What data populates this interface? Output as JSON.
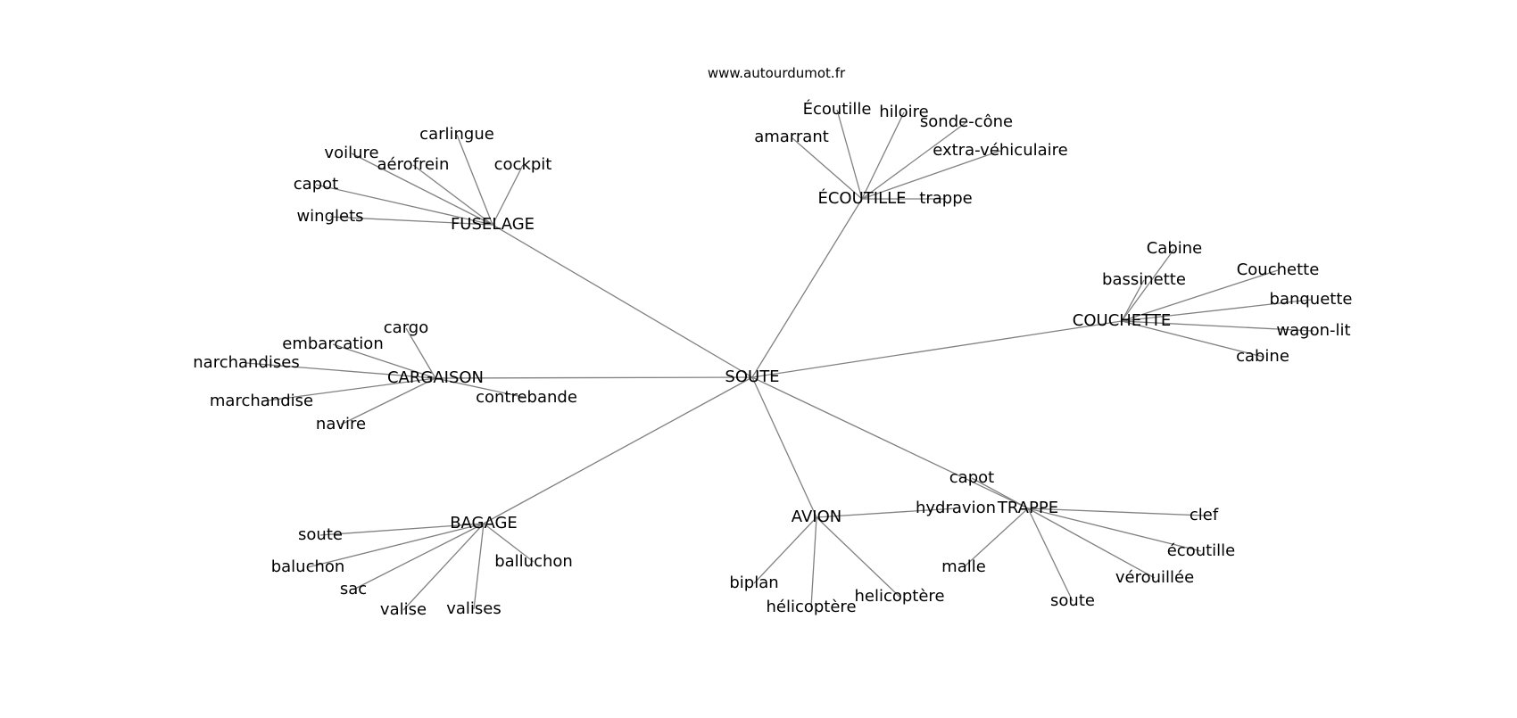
{
  "site_url": "www.autourdumot.fr",
  "colors": {
    "edge": "#808080",
    "text": "#000000",
    "background": "#ffffff"
  },
  "graph": {
    "root": "SOUTE",
    "branches": [
      {
        "label": "FUSELAGE",
        "leaves": [
          "carlingue",
          "voilure",
          "aérofrein",
          "cockpit",
          "capot",
          "winglets"
        ]
      },
      {
        "label": "ÉCOUTILLE",
        "leaves": [
          "Écoutille",
          "hiloire",
          "sonde-cône",
          "amarrant",
          "extra-véhiculaire",
          "trappe"
        ]
      },
      {
        "label": "COUCHETTE",
        "leaves": [
          "Cabine",
          "Couchette",
          "bassinette",
          "banquette",
          "wagon-lit",
          "cabine"
        ]
      },
      {
        "label": "CARGAISON",
        "leaves": [
          "cargo",
          "embarcation",
          "narchandises",
          "marchandise",
          "navire",
          "contrebande"
        ]
      },
      {
        "label": "BAGAGE",
        "leaves": [
          "soute",
          "baluchon",
          "balluchon",
          "sac",
          "valise",
          "valises"
        ]
      },
      {
        "label": "AVION",
        "leaves": [
          "hydravion",
          "biplan",
          "hélicoptère",
          "helicoptère"
        ]
      },
      {
        "label": "TRAPPE",
        "leaves": [
          "capot",
          "clef",
          "écoutille",
          "malle",
          "vérouillée",
          "soute"
        ]
      }
    ]
  }
}
